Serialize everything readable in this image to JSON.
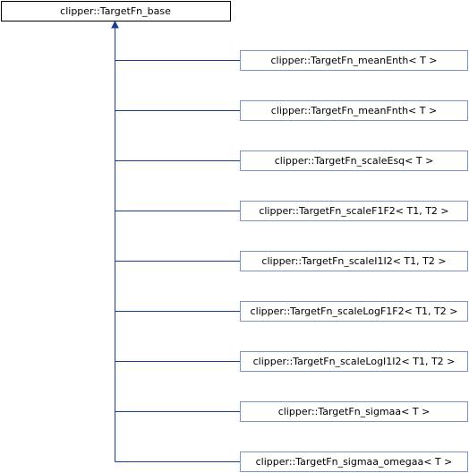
{
  "diagram": {
    "type": "class-inheritance",
    "base_class": {
      "label": "clipper::TargetFn_base"
    },
    "derived_classes": [
      {
        "label": "clipper::TargetFn_meanEnth< T >"
      },
      {
        "label": "clipper::TargetFn_meanFnth< T >"
      },
      {
        "label": "clipper::TargetFn_scaleEsq< T >"
      },
      {
        "label": "clipper::TargetFn_scaleF1F2< T1, T2 >"
      },
      {
        "label": "clipper::TargetFn_scaleI1I2< T1, T2 >"
      },
      {
        "label": "clipper::TargetFn_scaleLogF1F2< T1, T2 >"
      },
      {
        "label": "clipper::TargetFn_scaleLogI1I2< T1, T2 >"
      },
      {
        "label": "clipper::TargetFn_sigmaa< T >"
      },
      {
        "label": "clipper::TargetFn_sigmaa_omegaa< T >"
      }
    ],
    "colors": {
      "base_border": "#000000",
      "derived_border": "#7f93c9",
      "edge": "#1a3d8f"
    }
  }
}
